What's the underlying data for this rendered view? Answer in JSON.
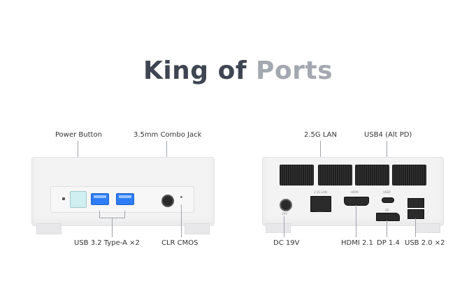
{
  "headline": {
    "part1": "King of ",
    "part2": "Ports"
  },
  "labels": {
    "power_button": "Power Button",
    "combo_jack": "3.5mm Combo Jack",
    "usb32": "USB 3.2 Type-A ×2",
    "clr_cmos": "CLR CMOS",
    "lan": "2.5G LAN",
    "usb4": "USB4 (Alt PD)",
    "dc": "DC 19V",
    "hdmi": "HDMI 2.1",
    "dp": "DP 1.4",
    "usb20": "USB 2.0 ×2"
  },
  "ports_print": {
    "lan": "2.5G LAN",
    "hdmi": "HDMI",
    "usb4": "USB4",
    "dp": "DP",
    "dc": "19V"
  },
  "colors": {
    "accent_usb": "#2e7df6",
    "title_dark": "#3f4552",
    "title_light": "#a4a8b0"
  }
}
